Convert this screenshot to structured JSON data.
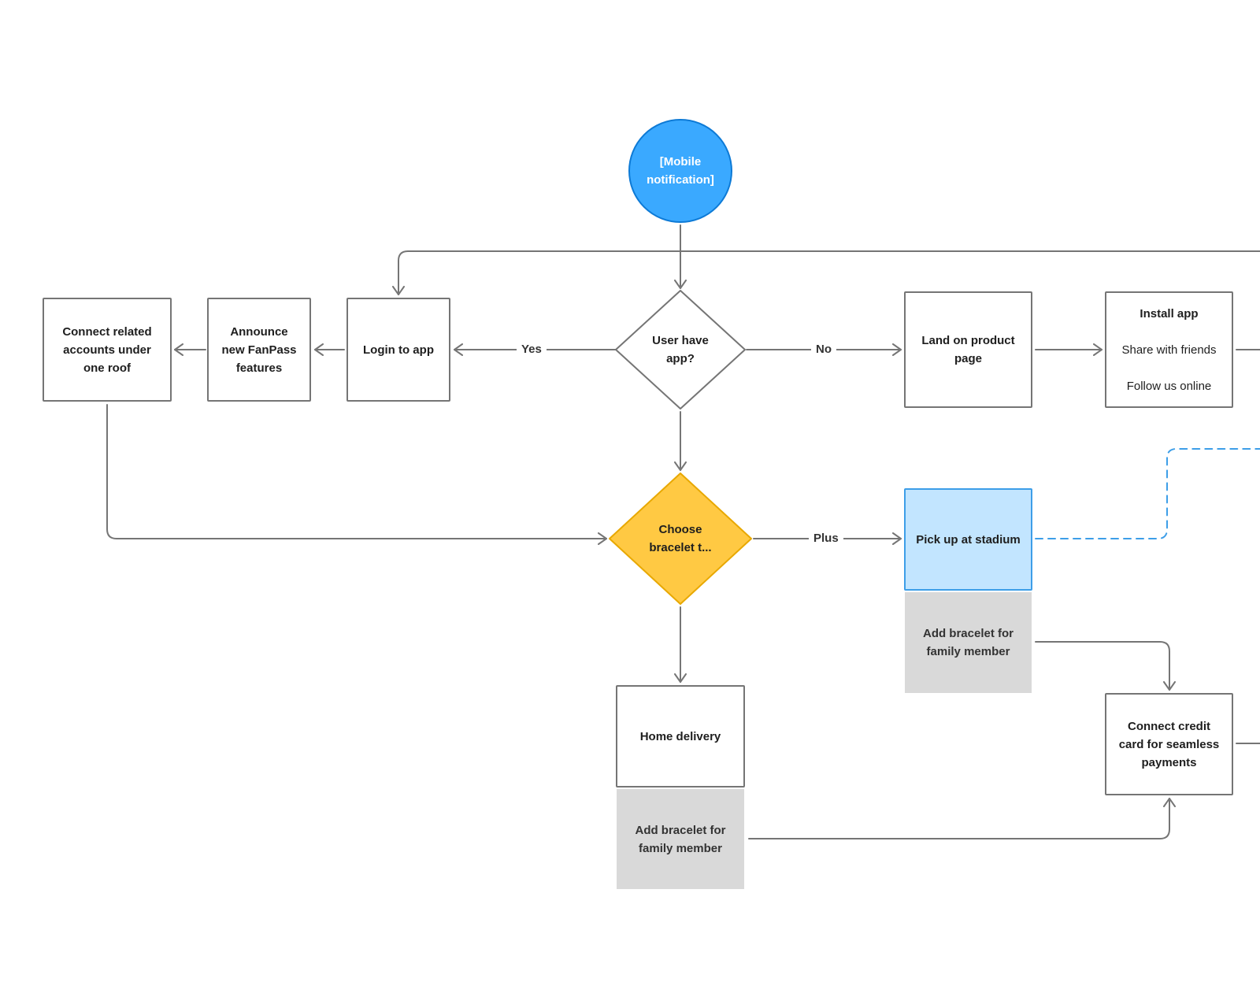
{
  "nodes": {
    "mobile_notification": "[Mobile\nnotification]",
    "user_have_app": "User have\napp?",
    "login_to_app": "Login to app",
    "announce_features": "Announce\nnew FanPass\nfeatures",
    "connect_accounts": "Connect related\naccounts under\none roof",
    "land_on_product_page": "Land on product\npage",
    "install_app": {
      "title": "Install app",
      "line2": "Share with friends",
      "line3": "Follow us online"
    },
    "choose_bracelet": "Choose\nbracelet t...",
    "pick_up_at_stadium": "Pick up at stadium",
    "add_bracelet_stadium": "Add bracelet for\nfamily member",
    "home_delivery": "Home delivery",
    "add_bracelet_home": "Add bracelet for\nfamily member",
    "connect_credit_card": "Connect credit\ncard for seamless\npayments"
  },
  "edge_labels": {
    "yes": "Yes",
    "no": "No",
    "plus": "Plus"
  },
  "colors": {
    "connector": "#757575",
    "circle_fill": "#3aa9ff",
    "circle_stroke": "#0d7ad6",
    "decision_fill": "#ffc943",
    "decision_stroke": "#e8a800",
    "highlight_fill": "#c2e5ff",
    "highlight_stroke": "#3d9ee8",
    "note_fill": "#d9d9d9",
    "dashed_link": "#3d9ee8"
  }
}
